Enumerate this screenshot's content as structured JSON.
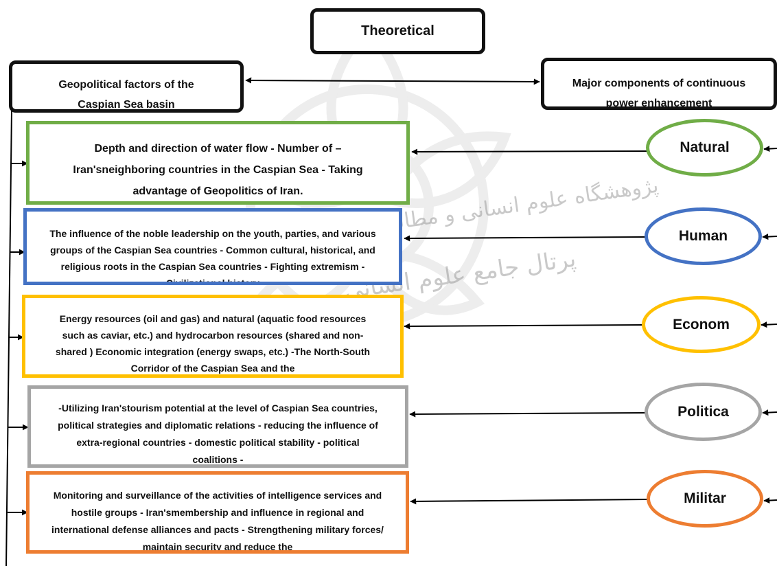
{
  "title": "Theoretical",
  "left_header": "Geopolitical factors of the Caspian Sea basin",
  "right_header": "Major components of continuous power enhancement",
  "watermark": {
    "line1": "پژوهشگاه علوم انسانی و مطالعات فرهنگی",
    "line2": "پرتال جامع علوم انسانی"
  },
  "categories": [
    {
      "label": "Natural",
      "color": "#70ad47",
      "text": "Depth and direction of water flow - Number of  – Iran'sneighboring countries in the Caspian Sea - Taking advantage of Geopolitics of Iran."
    },
    {
      "label": "Human",
      "color": "#4472c4",
      "text": "The influence of the noble leadership on the youth, parties, and various groups of the Caspian Sea countries - Common cultural, historical, and religious roots in the Caspian Sea countries - Fighting extremism - Civilizational history"
    },
    {
      "label": "Econom",
      "color": "#ffc000",
      "text": "Energy resources (oil and gas) and natural (aquatic food resources such as caviar, etc.) and hydrocarbon resources (shared and non-shared ) Economic integration (energy swaps, etc.) -The North-South Corridor of the Caspian Sea and the"
    },
    {
      "label": "Politica",
      "color": "#a5a5a5",
      "text": "-Utilizing Iran'stourism potential at the level of Caspian Sea countries, political strategies and diplomatic relations - reducing the influence of extra-regional countries - domestic political stability - political coalitions -"
    },
    {
      "label": "Militar",
      "color": "#ed7d31",
      "text": "Monitoring and surveillance of the activities of intelligence services and hostile groups - Iran'smembership and  influence in regional and international defense alliances and pacts - Strengthening military forces/ maintain security and reduce the"
    }
  ]
}
